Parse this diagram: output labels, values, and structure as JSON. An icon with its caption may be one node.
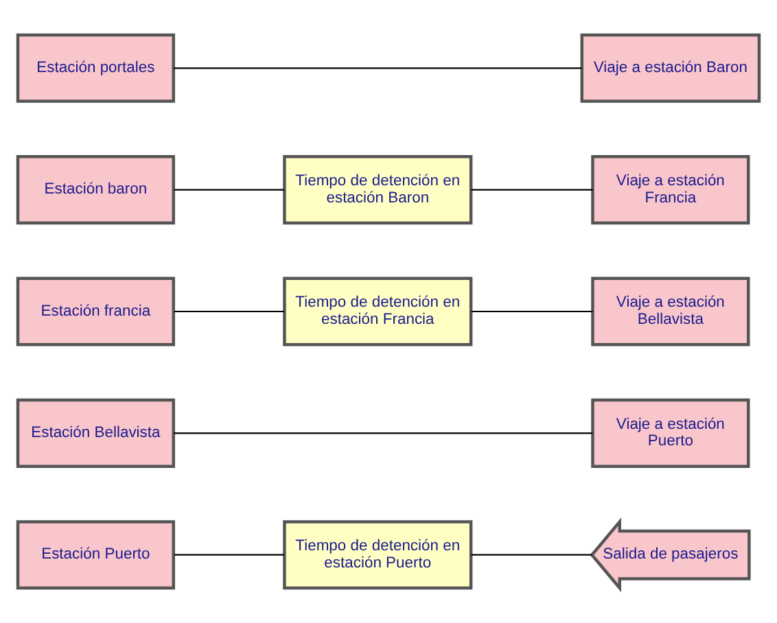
{
  "diagram": {
    "nodes": [
      {
        "text": [
          "Estación portales"
        ]
      },
      {
        "text": [
          "Viaje a estación Baron"
        ]
      },
      {
        "text": [
          "Estación baron"
        ]
      },
      {
        "text": [
          "Tiempo de detención en estación Baron"
        ]
      },
      {
        "text": [
          "Viaje a estación Francia"
        ]
      },
      {
        "text": [
          "Estación francia"
        ]
      },
      {
        "text": [
          "Tiempo de detención en estación Francia"
        ]
      },
      {
        "text": [
          "Viaje a estación Bellavista"
        ]
      },
      {
        "text": [
          "Estación Bellavista"
        ]
      },
      {
        "text": [
          "Viaje a estación Puerto"
        ]
      },
      {
        "text": [
          "Estación Puerto"
        ]
      },
      {
        "text": [
          "Tiempo de detención en estación Puerto"
        ]
      },
      {
        "text": [
          "Salida de pasajeros"
        ]
      }
    ],
    "edges": [
      {
        "from": 0,
        "to": 1,
        "arrow": "none"
      },
      {
        "from": 2,
        "to": 3,
        "arrow": "none"
      },
      {
        "from": 3,
        "to": 4,
        "arrow": "none"
      },
      {
        "from": 5,
        "to": 6,
        "arrow": "none"
      },
      {
        "from": 6,
        "to": 7,
        "arrow": "none"
      },
      {
        "from": 8,
        "to": 9,
        "arrow": "none"
      },
      {
        "from": 10,
        "to": 11,
        "arrow": "none"
      },
      {
        "from": 11,
        "to": 12,
        "arrow": "none"
      }
    ]
  }
}
